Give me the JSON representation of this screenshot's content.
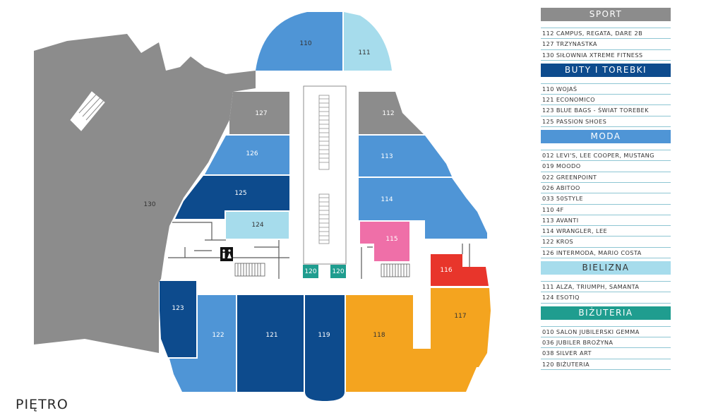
{
  "floor_label": "PIĘTRO",
  "colors": {
    "gray": "#8c8c8c",
    "light_blue": "#a6dcec",
    "mid_blue": "#4f95d6",
    "dark_blue": "#0d4b8d",
    "pink": "#ef6fa8",
    "red": "#e8352b",
    "orange": "#f4a41f",
    "teal": "#1f9d8f",
    "corridor": "#ffffff"
  },
  "rooms": {
    "r130": "130",
    "r110": "110",
    "r111": "111",
    "r127": "127",
    "r112": "112",
    "r126": "126",
    "r113": "113",
    "r125": "125",
    "r114": "114",
    "r124": "124",
    "r115": "115",
    "r116": "116",
    "r117": "117",
    "r118": "118",
    "r119": "119",
    "r121": "121",
    "r122": "122",
    "r123": "123",
    "r120a": "120",
    "r120b": "120"
  },
  "legend": [
    {
      "title": "SPORT",
      "color": "#8c8c8c",
      "items": [
        "112  CAMPUS, REGATA, DARE 2B",
        "127  TRZYNASTKA",
        "130  SIŁOWNIA XTREME FITNESS"
      ]
    },
    {
      "title": "BUTY I TOREBKI",
      "color": "#0d4b8d",
      "items": [
        "110  WOJAŚ",
        "121  ECONOMICO",
        "123  BLUE BAGS - ŚWIAT TOREBEK",
        "125  PASSION SHOES"
      ]
    },
    {
      "title": "MODA",
      "color": "#4f95d6",
      "items": [
        "012 LEVI'S, LEE COOPER, MUSTANG",
        "019  MOODO",
        "022 GREENPOINT",
        "026  ABITOO",
        "033  50STYLE",
        "110  4F",
        "113  AVANTI",
        "114  WRANGLER, LEE",
        "122 KROS",
        "126 INTERMODA, MARIO COSTA"
      ]
    },
    {
      "title": "BIELIZNA",
      "color": "#a6dcec",
      "items": [
        "111  ALZA, TRIUMPH, SAMANTA",
        "124  ESOTIQ"
      ]
    },
    {
      "title": "BIŻUTERIA",
      "color": "#1f9d8f",
      "items": [
        "010  SALON JUBILERSKI GEMMA",
        "036  JUBILER BROŻYNA",
        "038 SILVER ART",
        "120 BIŻUTERIA"
      ]
    }
  ]
}
